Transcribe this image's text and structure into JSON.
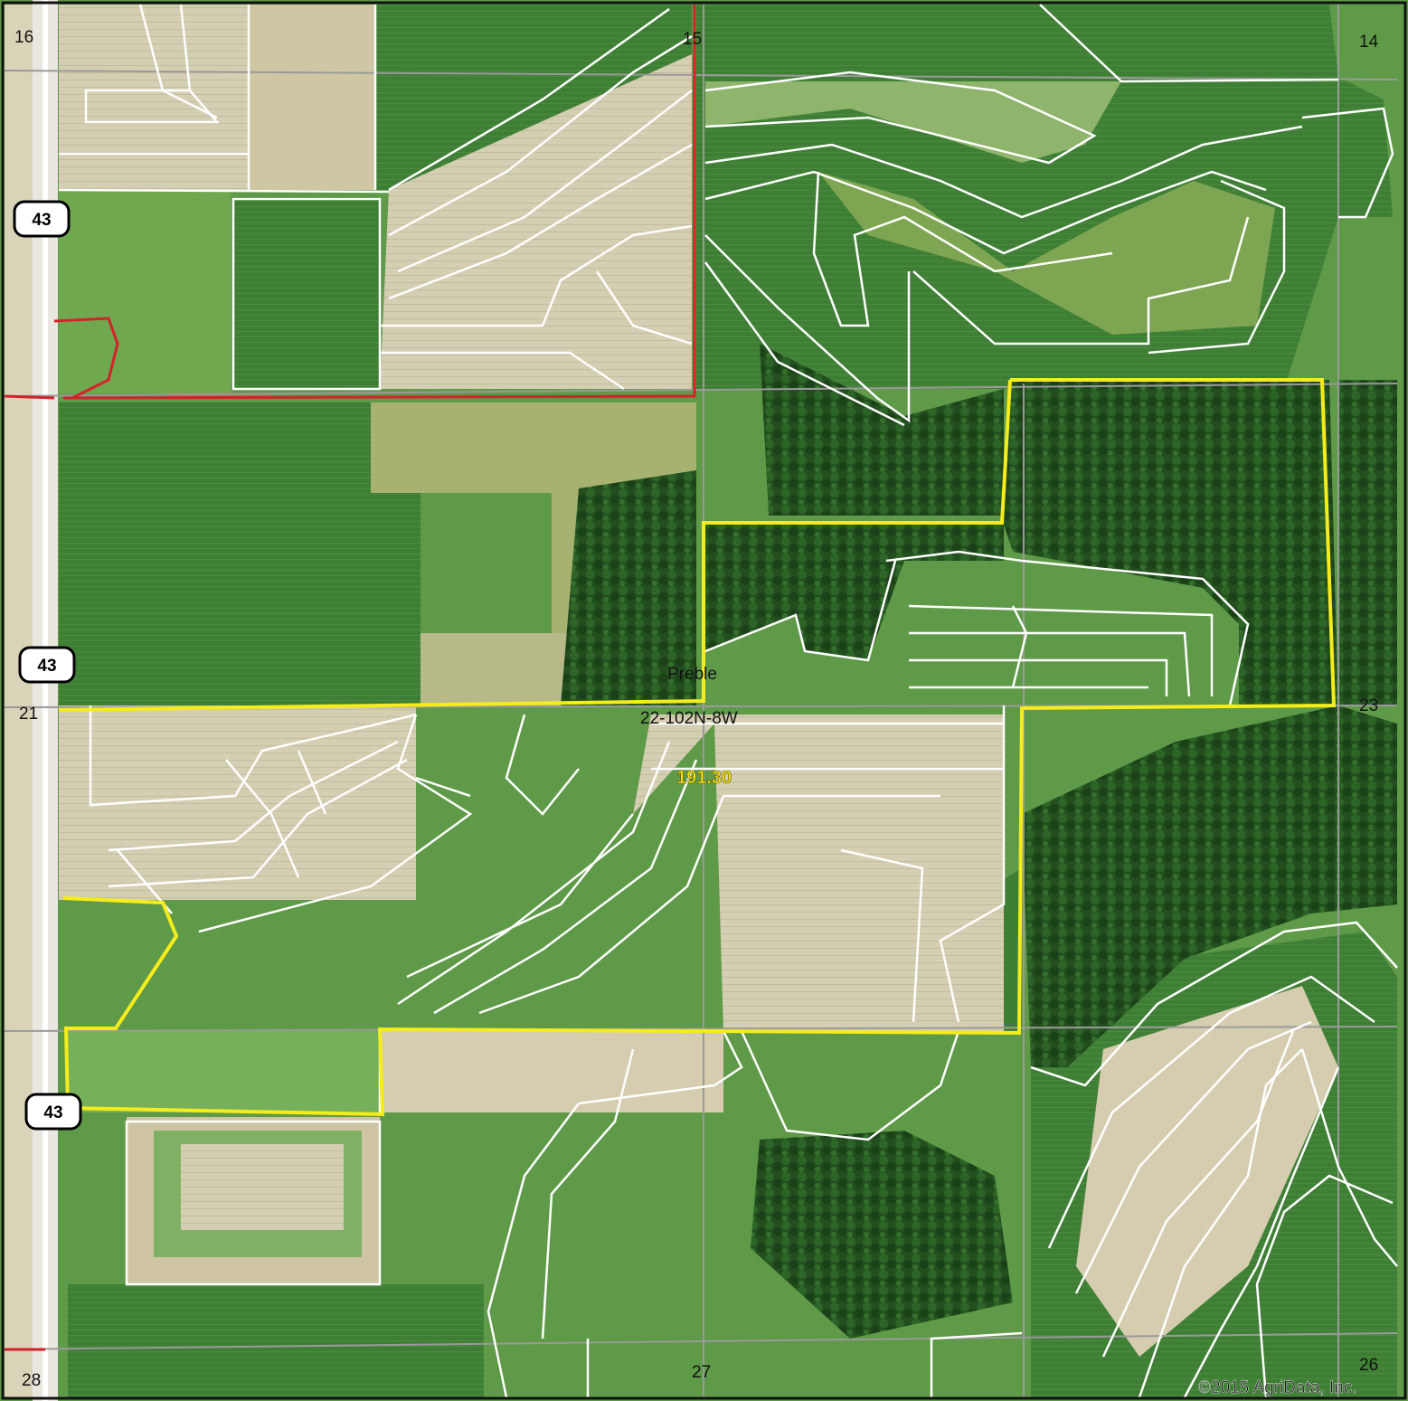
{
  "map": {
    "township_name": "Preble",
    "section_id": "22-102N-8W",
    "acreage_label": "191.30",
    "copyright": "©2015 AgriData, Inc.",
    "road_shield": "43",
    "section_numbers": {
      "s16": "16",
      "s15": "15",
      "s14": "14",
      "s21": "21",
      "s23": "23",
      "s28": "28",
      "s27": "27",
      "s26": "26"
    }
  },
  "colors": {
    "boundary": "#f5ec1c",
    "field_line": "#ffffff",
    "section_line": "#9a9a9a",
    "red_road": "#d4222a",
    "label_yellow": "#f3e312",
    "forest": "#1f4f1a"
  }
}
